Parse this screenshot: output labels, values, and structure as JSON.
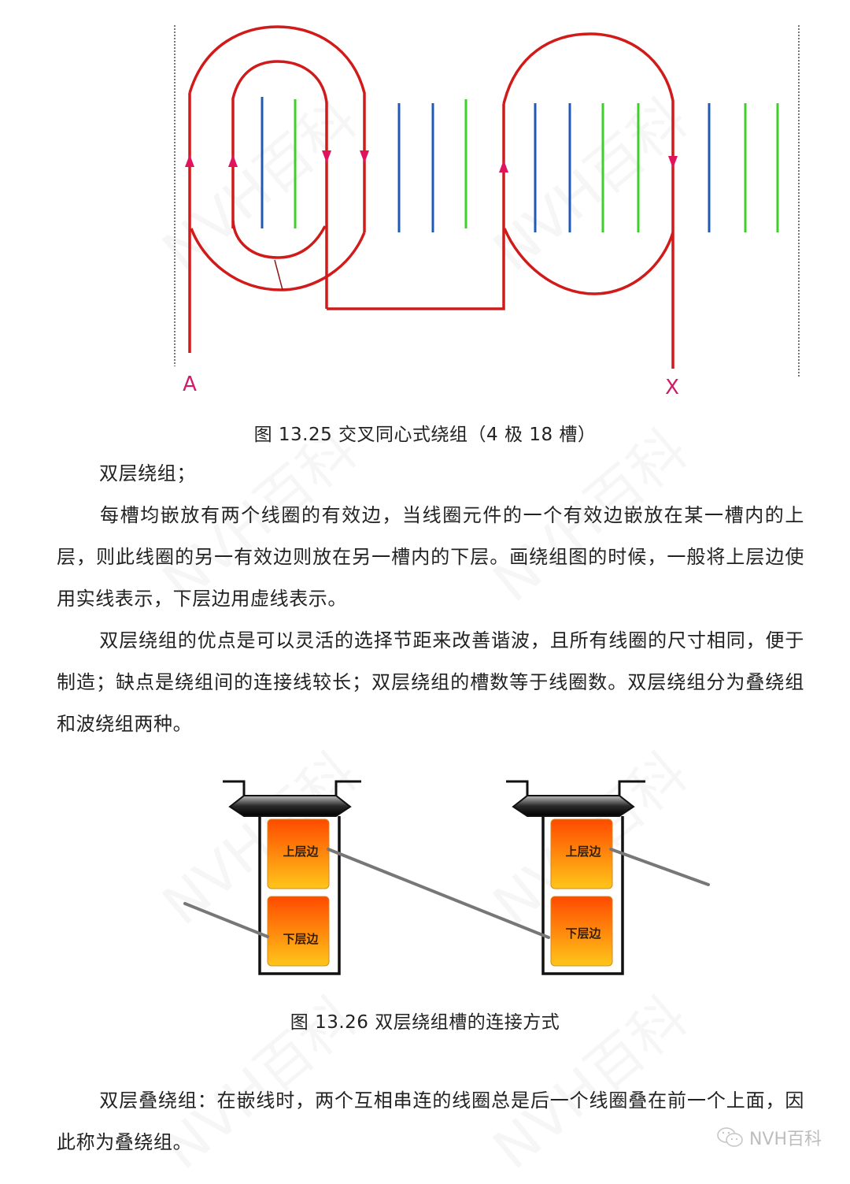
{
  "figure1": {
    "caption": "图 13.25  交叉同心式绕组（4 极 18 槽）",
    "terminal_start": "A",
    "terminal_end": "X",
    "colors": {
      "coil": "#d11a1a",
      "arrow": "#e0145c",
      "slot_blue": "#1f5bb5",
      "slot_green": "#3ecf2a",
      "boundary": "#777777"
    },
    "slot_count": 18
  },
  "paragraphs": [
    {
      "text": "双层绕组；"
    },
    {
      "text": "每槽均嵌放有两个线圈的有效边，当线圈元件的一个有效边嵌放在某一槽内的上层，则此线圈的另一有效边则放在另一槽内的下层。画绕组图的时候，一般将上层边使用实线表示，下层边用虚线表示。"
    },
    {
      "text": "双层绕组的优点是可以灵活的选择节距来改善谐波，且所有线圈的尺寸相同，便于制造；缺点是绕组间的连接线较长；双层绕组的槽数等于线圈数。双层绕组分为叠绕组和波绕组两种。"
    }
  ],
  "figure2": {
    "caption": "图 13.26  双层绕组槽的连接方式",
    "slots": [
      {
        "upper_label": "上层边",
        "lower_label": "下层边"
      },
      {
        "upper_label": "上层边",
        "lower_label": "下层边"
      }
    ],
    "colors": {
      "fill_top": "#ff4a00",
      "fill_bottom": "#ffc61a",
      "connector": "#777777"
    }
  },
  "paragraph_final": {
    "text": "双层叠绕组：在嵌线时，两个互相串连的线圈总是后一个线圈叠在前一个上面，因此称为叠绕组。"
  },
  "brand": {
    "label": "NVH百科",
    "icon": "wechat-icon"
  },
  "watermark": {
    "label": "NVH百科"
  }
}
